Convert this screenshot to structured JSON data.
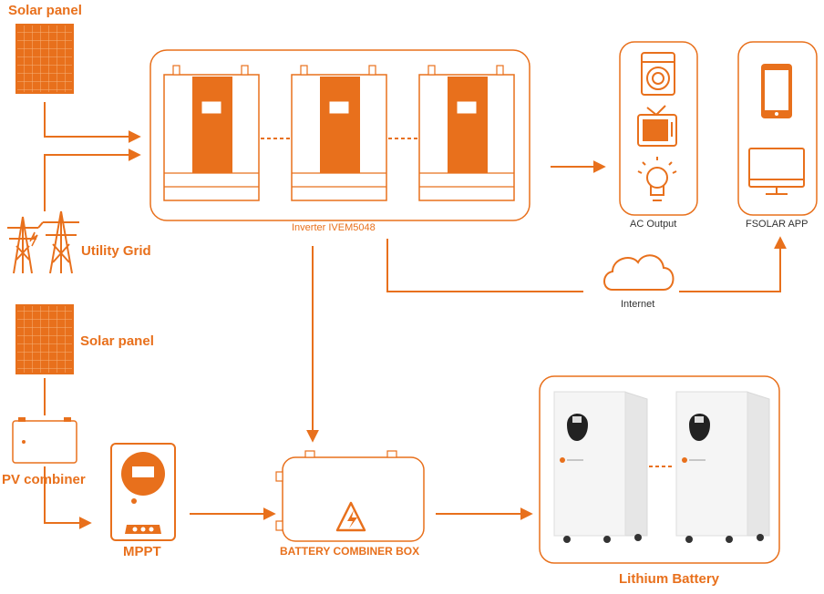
{
  "labels": {
    "solar_panel_top": "Solar panel",
    "utility_grid": "Utility Grid",
    "solar_panel_bottom": "Solar panel",
    "pv_combiner": "PV combiner",
    "mppt": "MPPT",
    "battery_combiner_box": "BATTERY COMBINER BOX",
    "lithium_battery": "Lithium Battery",
    "inverter": "Inverter IVEM5048",
    "ac_output": "AC Output",
    "fsolar_app": "FSOLAR APP",
    "internet": "Internet"
  },
  "colors": {
    "accent": "#e8701c",
    "device_body": "#ffffff",
    "battery_body": "#f2f2f2",
    "display": "#222222"
  },
  "icons": [
    "solar-panel-icon",
    "transmission-tower-icon",
    "washing-machine-icon",
    "tv-icon",
    "light-bulb-icon",
    "smartphone-icon",
    "monitor-icon",
    "cloud-icon",
    "warning-icon"
  ]
}
